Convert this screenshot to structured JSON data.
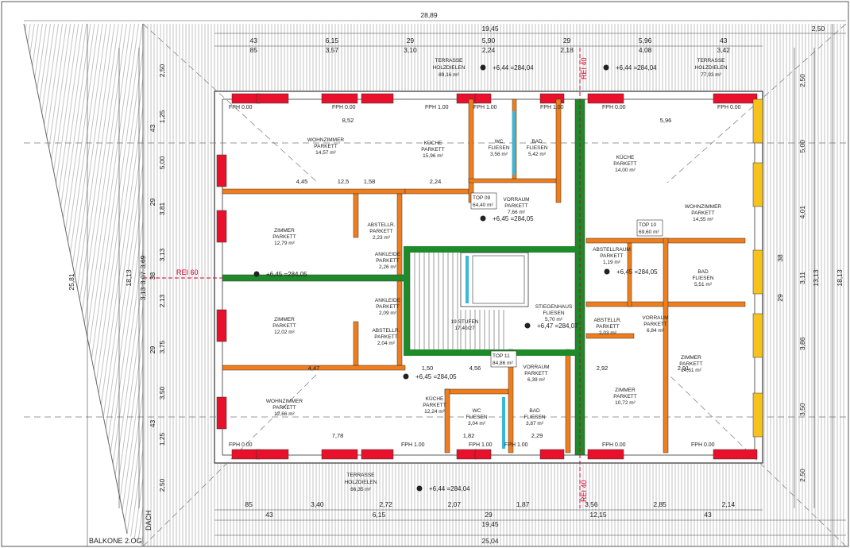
{
  "drawing": {
    "title": "BALKONE 2.OG",
    "roof_label": "DACH",
    "fire_rating": "REI 60",
    "fire_rating_side": "REI 40"
  },
  "dimensions": {
    "top_overall": "28,89",
    "top_main": "19,45",
    "top_row1": [
      "43",
      "6,15",
      "29",
      "5,90",
      "29",
      "5,96",
      "43"
    ],
    "top_row2": [
      "85",
      "3,57",
      "3,10",
      "2,24",
      "2,18",
      "4,08",
      "3,42"
    ],
    "top_right": "2,50",
    "bottom_overall": "25,04",
    "bottom_main": "19,45",
    "bottom_row1": [
      "43",
      "6,15",
      "29",
      "12,15",
      "43"
    ],
    "bottom_row2": [
      "85",
      "3,40",
      "2,72",
      "2,07",
      "1,87",
      "3,56",
      "2,85",
      "2,14"
    ],
    "left_outer": "25,81",
    "left_main": "18,13",
    "left_col": [
      "2,50",
      "1,25",
      "5,00",
      "3,81",
      "3,13",
      "2,13",
      "3,75",
      "3,50",
      "1,25",
      "2,50"
    ],
    "left_col2": [
      "43",
      "29",
      "38",
      "29",
      "43"
    ],
    "left_misc": [
      "3,69",
      "3,07",
      "3,13"
    ],
    "right_main": "13,13",
    "right_main2": "18,13",
    "right_col": [
      "2,50",
      "5,00",
      "4,01",
      "3,11",
      "3,86",
      "3,50",
      "2,50"
    ],
    "right_col2": [
      "38",
      "29"
    ]
  },
  "rooms": [
    {
      "name": "WOHNZIMMER",
      "floor": "PARKETT",
      "area": "14,57 m²"
    },
    {
      "name": "KÜCHE",
      "floor": "PARKETT",
      "area": "15,96 m²"
    },
    {
      "name": "WC",
      "floor": "FLIESEN",
      "area": "3,56 m²"
    },
    {
      "name": "BAD",
      "floor": "FLIESEN",
      "area": "5,42 m²"
    },
    {
      "name": "KÜCHE",
      "floor": "PARKETT",
      "area": "14,00 m²"
    },
    {
      "name": "WOHNZIMMER",
      "floor": "PARKETT",
      "area": "14,55 m²"
    },
    {
      "name": "ZIMMER",
      "floor": "PARKETT",
      "area": "12,79 m²"
    },
    {
      "name": "ABSTELLR.",
      "floor": "PARKETT",
      "area": "2,23 m²"
    },
    {
      "name": "VORRAUM",
      "floor": "PARKETT",
      "area": "7,66 m²"
    },
    {
      "name": "ANKLEIDE",
      "floor": "PARKETT",
      "area": "2,26 m²"
    },
    {
      "name": "ABSTELLRAUM",
      "floor": "PARKETT",
      "area": "1,19 m²"
    },
    {
      "name": "BAD",
      "floor": "FLIESEN",
      "area": "5,51 m²"
    },
    {
      "name": "ANKLEIDE",
      "floor": "PARKETT",
      "area": "2,09 m²"
    },
    {
      "name": "ZIMMER",
      "floor": "PARKETT",
      "area": "12,02 m²"
    },
    {
      "name": "ABSTELLR.",
      "floor": "PARKETT",
      "area": "2,04 m²"
    },
    {
      "name": "19 STUFEN",
      "floor": "",
      "area": "17,40/27"
    },
    {
      "name": "STIEGENHAUS",
      "floor": "FLIESEN",
      "area": "5,70 m²"
    },
    {
      "name": "ABSTELLR.",
      "floor": "PARKETT",
      "area": "2,03 m²"
    },
    {
      "name": "VORRAUM",
      "floor": "PARKETT",
      "area": "6,84 m²"
    },
    {
      "name": "ZIMMER",
      "floor": "PARKETT",
      "area": "14,61 m²"
    },
    {
      "name": "WOHNZIMMER",
      "floor": "PARKETT",
      "area": "12,66 m²"
    },
    {
      "name": "KÜCHE",
      "floor": "PARKETT",
      "area": "12,24 m²"
    },
    {
      "name": "VORRAUM",
      "floor": "PARKETT",
      "area": "6,39 m²"
    },
    {
      "name": "ZIMMER",
      "floor": "PARKETT",
      "area": "10,72 m²"
    },
    {
      "name": "WC",
      "floor": "FLIESEN",
      "area": "3,04 m²"
    },
    {
      "name": "BAD",
      "floor": "FLIESEN",
      "area": "3,87 m²"
    }
  ],
  "terraces": [
    {
      "name": "TERRASSE",
      "floor": "HOLZDIELEN",
      "area": "89,16 m²"
    },
    {
      "name": "TERRASSE",
      "floor": "HOLZDIELEN",
      "area": "77,93 m²"
    },
    {
      "name": "TERRASSE",
      "floor": "HOLZDIELEN",
      "area": "66,35 m²"
    }
  ],
  "units": [
    {
      "name": "TOP 09",
      "area": "64,40 m²"
    },
    {
      "name": "TOP 10",
      "area": "69,60 m²"
    },
    {
      "name": "TOP 11",
      "area": "84,86 m²"
    }
  ],
  "levels": {
    "terrace": "+6,44 =284,04",
    "apartment": "+6,45 =284,05",
    "stair": "+6,47 =284,07"
  },
  "fph": [
    "FPH 0.00",
    "FPH 1.00"
  ],
  "inner_dims": [
    "8,52",
    "4,45",
    "12,5",
    "1,58",
    "2,24",
    "5,96",
    "7,78",
    "4,47",
    "1,50",
    "4,56",
    "2,92",
    "2,91",
    "2,29",
    "1,82"
  ],
  "walls": {
    "orange": "#f07d1a",
    "red": "#e8102a",
    "yellow": "#f7c21c",
    "green": "#1e8a2a",
    "cyan": "#38b8d8"
  }
}
